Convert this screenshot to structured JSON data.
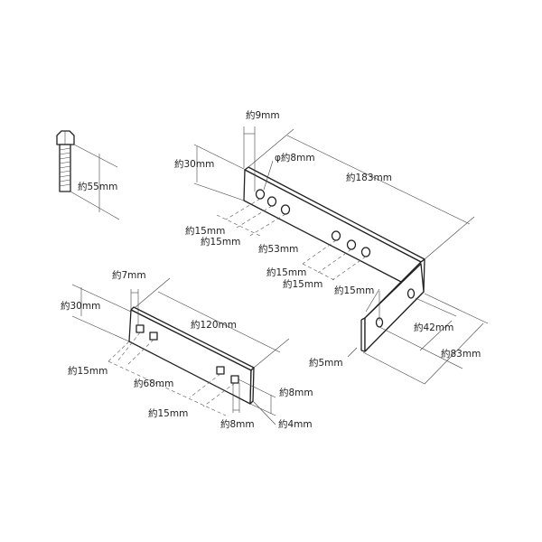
{
  "title": "Bracket set dimension diagram",
  "bolt": {
    "length": "約55mm"
  },
  "long_bracket": {
    "hole_offset": "約9mm",
    "hole_diameter": "φ約8mm",
    "height": "約30mm",
    "length": "約183mm",
    "hole_pitch_a1": "約15mm",
    "hole_pitch_a2": "約15mm",
    "group_gap": "約53mm",
    "hole_pitch_b1": "約15mm",
    "hole_pitch_b2": "約15mm",
    "leg_hole_offset": "約15mm",
    "leg_hole_pitch": "約42mm",
    "leg_length": "約83mm",
    "thickness": "約5mm"
  },
  "short_plate": {
    "hole_offset": "約7mm",
    "height": "約30mm",
    "length": "約120mm",
    "hole_pitch_a": "約15mm",
    "group_gap": "約68mm",
    "hole_pitch_b": "約15mm",
    "hole_size_h": "約8mm",
    "hole_size_w": "約8mm",
    "thickness": "約4mm"
  }
}
